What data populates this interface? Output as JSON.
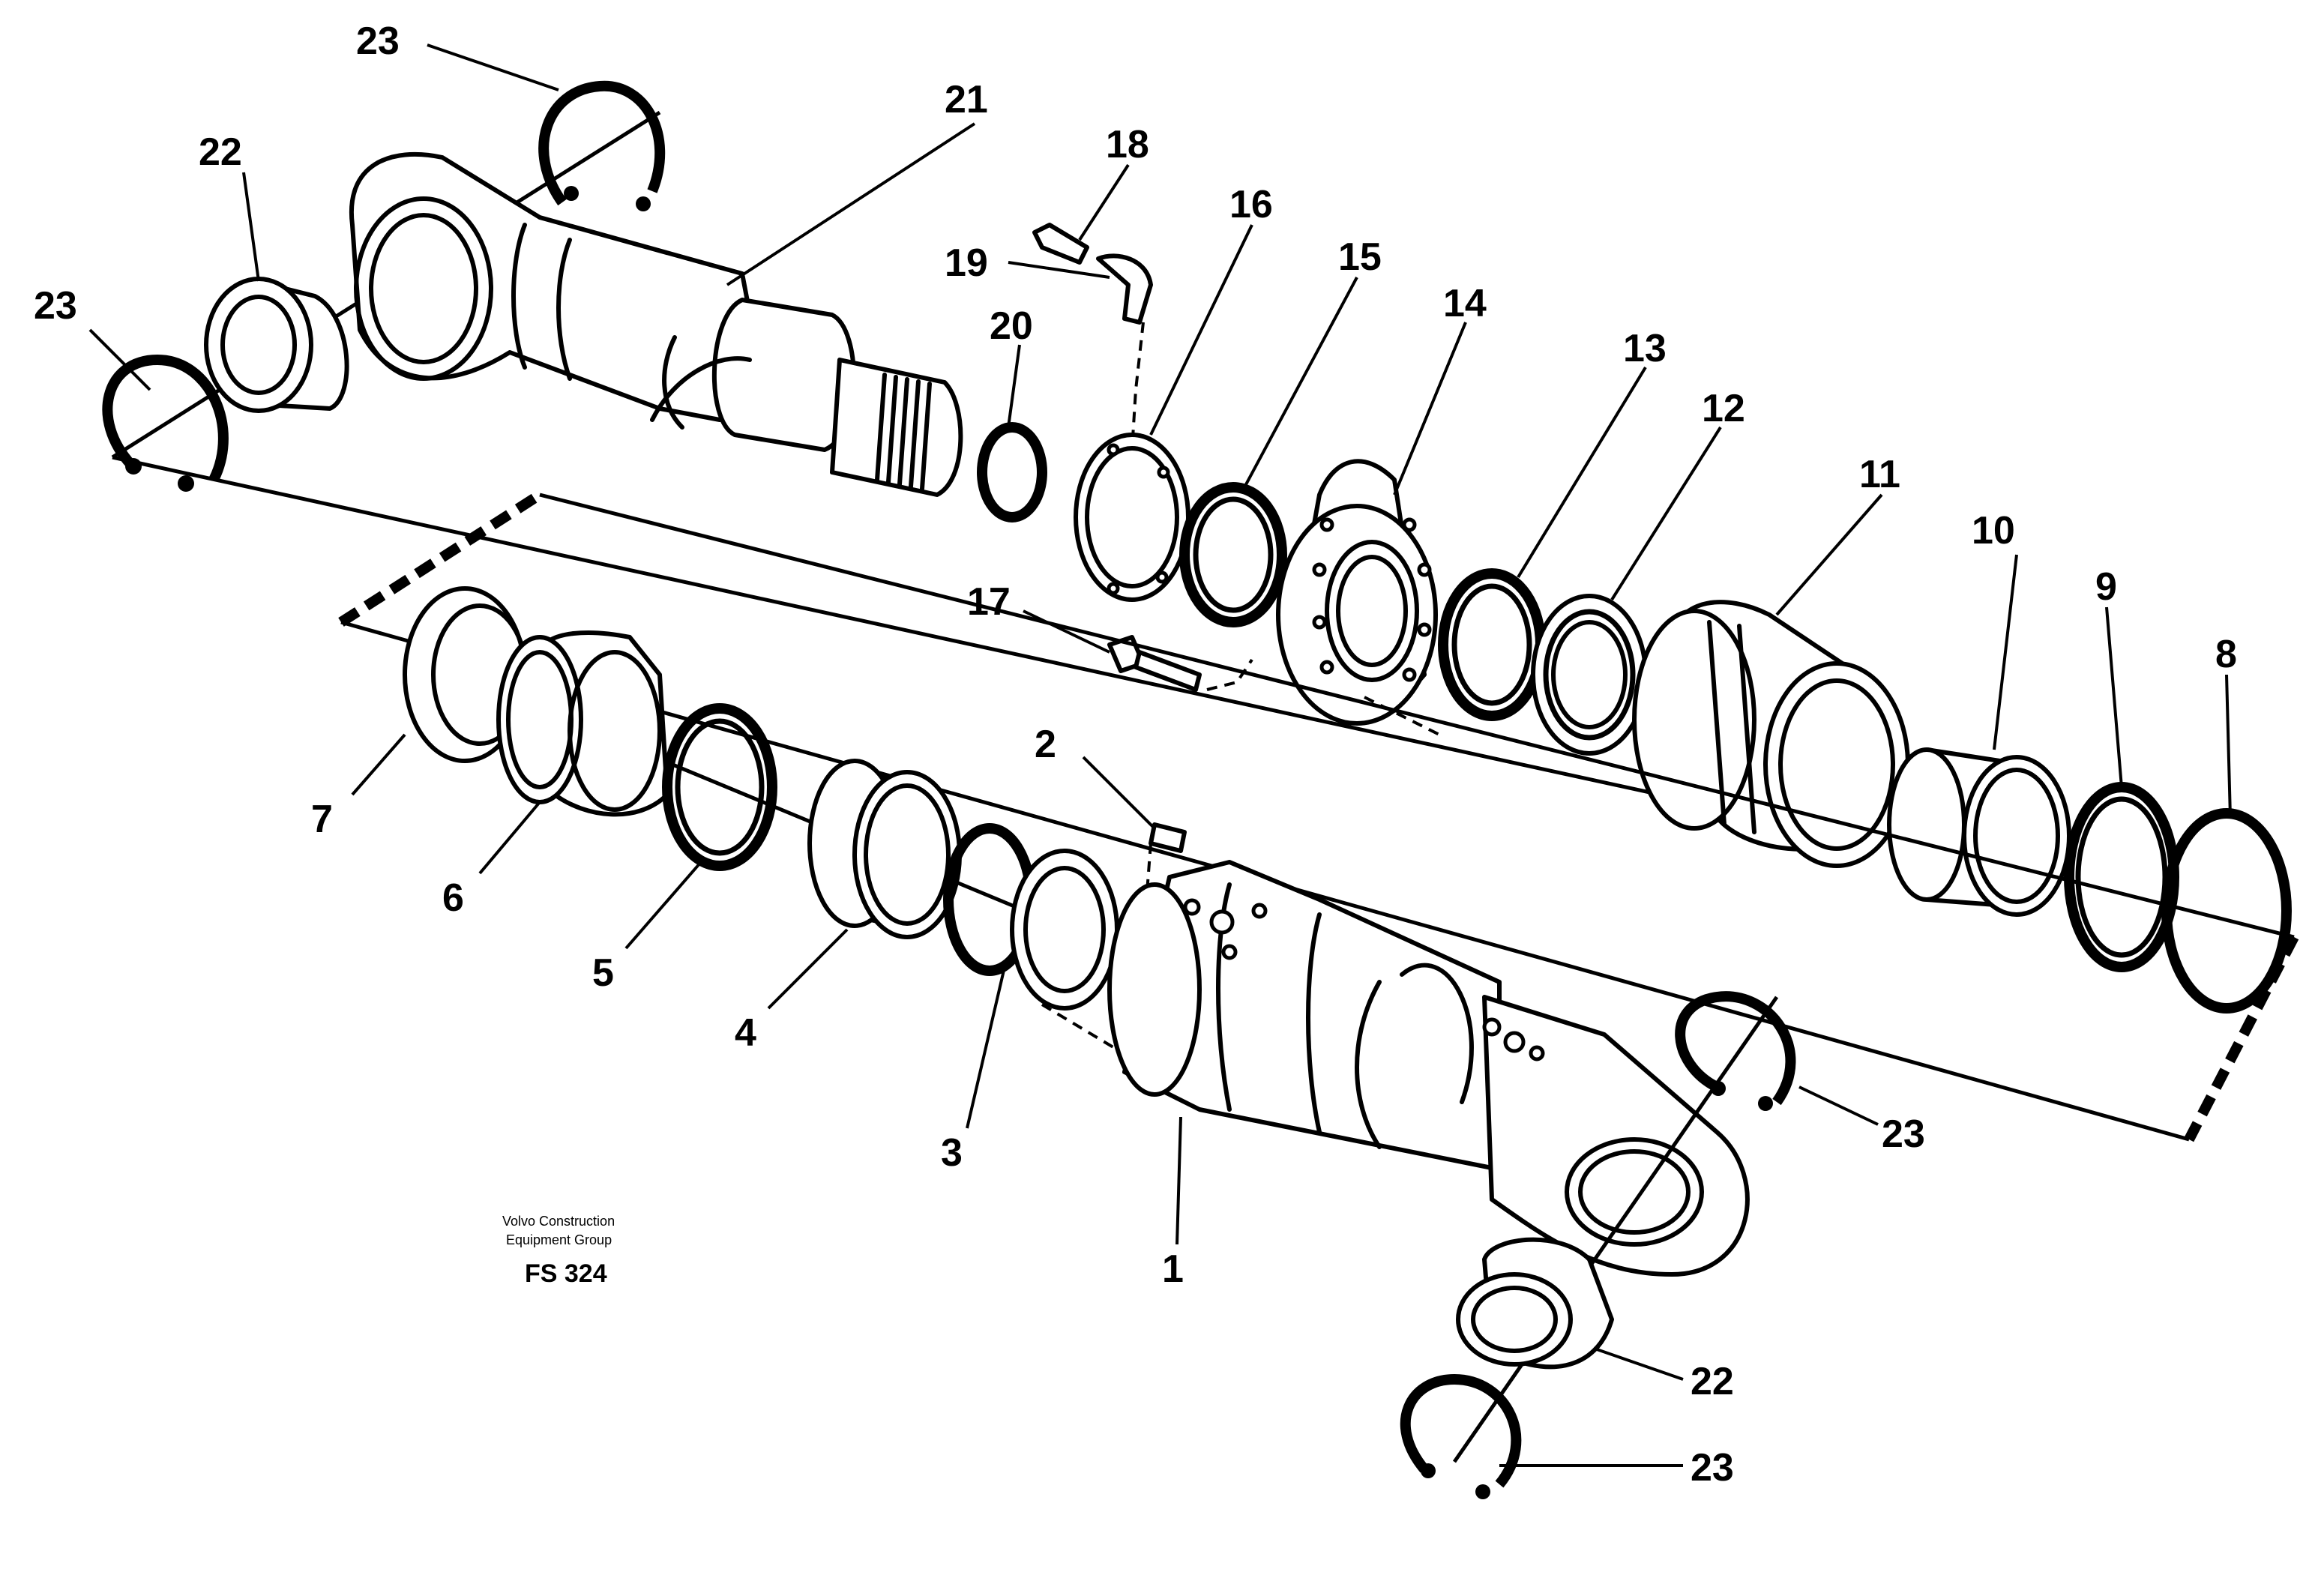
{
  "diagram": {
    "callouts": {
      "c1": "1",
      "c2": "2",
      "c3": "3",
      "c4": "4",
      "c5": "5",
      "c6": "6",
      "c7": "7",
      "c8": "8",
      "c9": "9",
      "c10": "10",
      "c11": "11",
      "c12": "12",
      "c13": "13",
      "c14": "14",
      "c15": "15",
      "c16": "16",
      "c17": "17",
      "c18": "18",
      "c19": "19",
      "c20": "20",
      "c21": "21",
      "c22a": "22",
      "c22b": "22",
      "c23a": "23",
      "c23b": "23",
      "c23c": "23",
      "c23d": "23"
    },
    "caption": {
      "line1": "Volvo Construction",
      "line2": "Equipment Group",
      "code": "FS 324"
    }
  }
}
